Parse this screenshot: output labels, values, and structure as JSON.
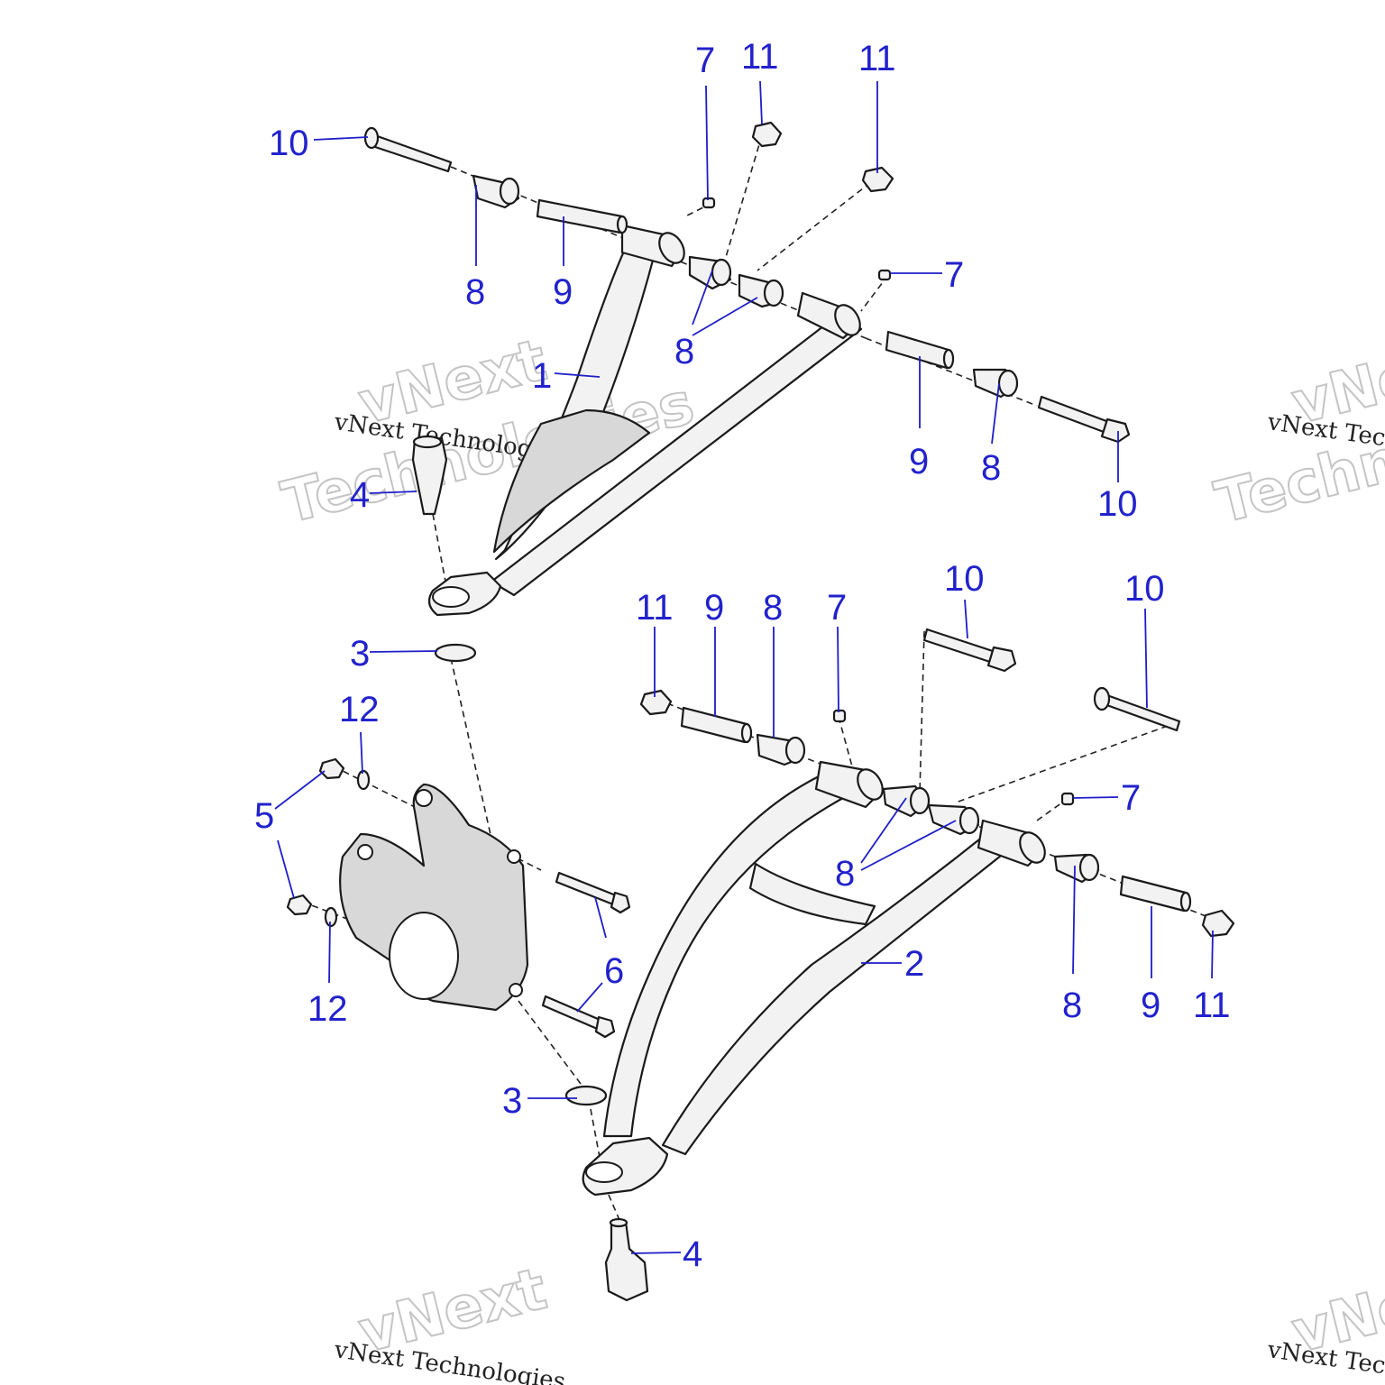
{
  "watermark": {
    "small": "vNext Technologies",
    "big_line1": "vNext",
    "big_line2": "Technologies"
  },
  "callouts": {
    "p1": "1",
    "p2": "2",
    "p3": "3",
    "p4": "4",
    "p5": "5",
    "p6": "6",
    "p7": "7",
    "p8": "8",
    "p9": "9",
    "p10": "10",
    "p11": "11",
    "p12": "12"
  },
  "colors": {
    "callout_text": "#2222cc",
    "line_art": "#1a1a1a",
    "part_fill": "#f2f2f2"
  }
}
